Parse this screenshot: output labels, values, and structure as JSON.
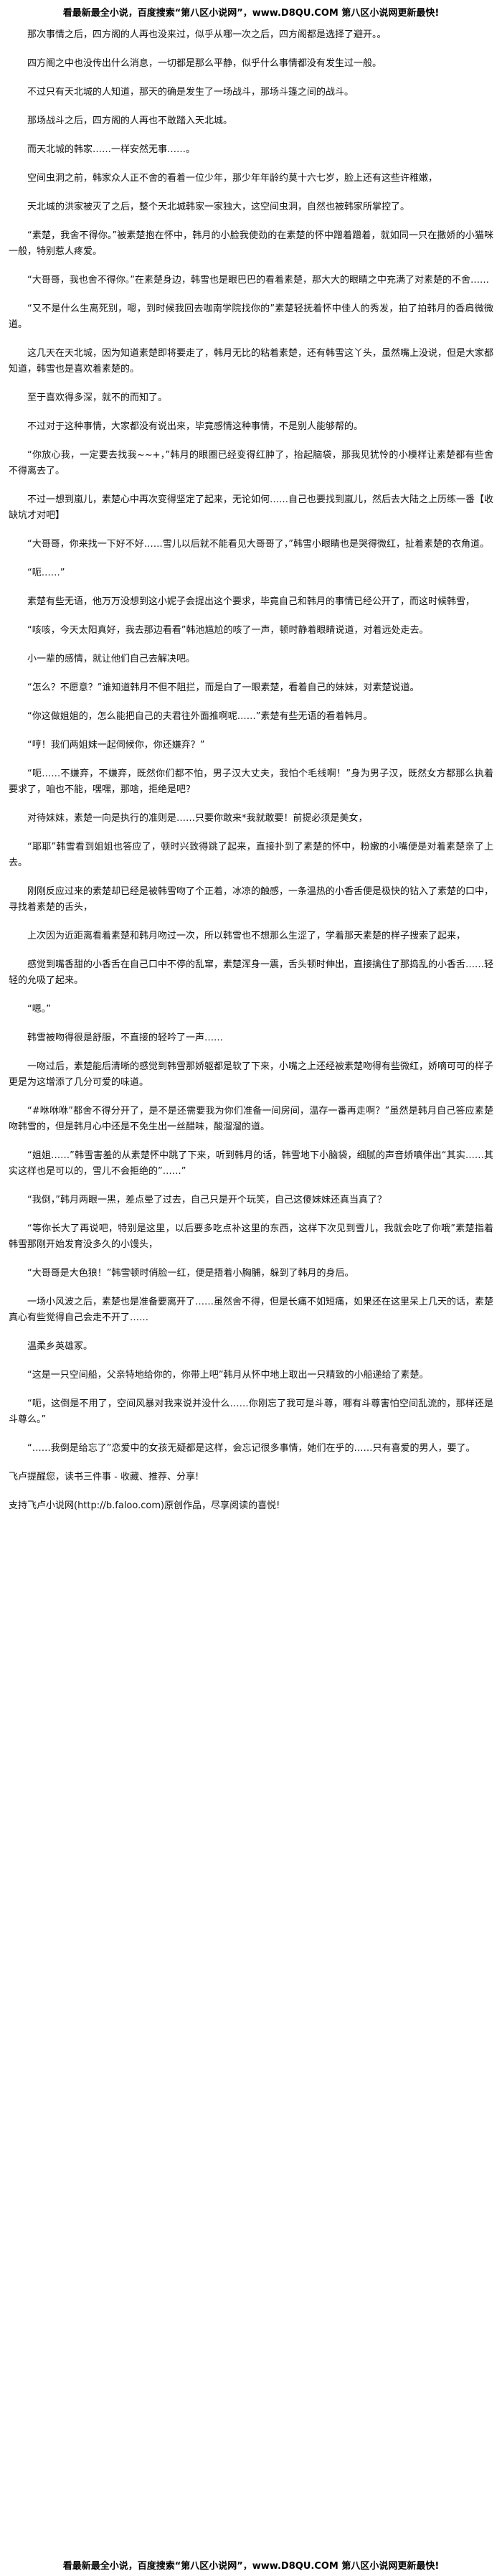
{
  "banner": {
    "text": "看最新最全小说，百度搜索“第八区小说网”，www.D8QU.COM 第八区小说网更新最快!"
  },
  "paragraphs": [
    "那次事情之后，四方阁的人再也没来过，似乎从哪一次之后，四方阁都是选择了避开。。",
    "四方阁之中也没传出什么消息，一切都是那么平静，似乎什么事情都没有发生过一般。",
    "不过只有天北城的人知道，那天的确是发生了一场战斗，那场斗篷之间的战斗。",
    "那场战斗之后，四方阁的人再也不敢踏入天北城。",
    "而天北城的韩家……一样安然无事……。",
    "空间虫洞之前，韩家众人正不舍的看着一位少年，那少年年龄约莫十六七岁，脸上还有这些许稚嫩，",
    "天北城的洪家被灭了之后，整个天北城韩家一家独大，这空间虫洞，自然也被韩家所掌控了。",
    "“素楚，我舍不得你。”被素楚抱在怀中，韩月的小脸我使劲的在素楚的怀中蹭着蹭着，就如同一只在撒娇的小猫咪一般，特别惹人疼爱。",
    "“大哥哥，我也舍不得你。”在素楚身边，韩雪也是眼巴巴的看着素楚，那大大的眼睛之中充满了对素楚的不舍……",
    "“又不是什么生离死别，嗯，到时候我回去咖南学院找你的”素楚轻抚着怀中佳人的秀发，拍了拍韩月的香肩微微道。",
    "这几天在天北城，因为知道素楚即将要走了，韩月无比的粘着素楚，还有韩雪这丫头，虽然嘴上没说，但是大家都知道，韩雪也是喜欢着素楚的。",
    "至于喜欢得多深，就不的而知了。",
    "不过对于这种事情，大家都没有说出来，毕竟感情这种事情，不是别人能够帮的。",
    "“你放心我，一定要去找我~~+，”韩月的眼圈已经变得红肿了，抬起脑袋，那我见犹怜的小模样让素楚都有些舍不得离去了。",
    "不过一想到嵐儿，素楚心中再次变得坚定了起来，无论如何……自己也要找到嵐儿，然后去大陆之上历练一番【收缺坑才对吧】",
    "“大哥哥，你来找一下好不好……雪儿以后就不能看见大哥哥了，”韩雪小眼睛也是哭得微红，扯着素楚的衣角道。",
    "“呃……”",
    "素楚有些无语，他万万没想到这小妮子会提出这个要求，毕竟自己和韩月的事情已经公开了，而这时候韩雪，",
    "“咳咳，今天太阳真好，我去那边看看”韩池尴尬的咳了一声，顿时静着眼睛说道，对着远处走去。",
    "小一辈的感情，就让他们自己去解决吧。",
    "“怎么？不愿意？”谁知道韩月不但不阻拦，而是白了一眼素楚，看着自己的妹妹，对素楚说道。",
    "“你这做姐姐的，怎么能把自己的夫君往外面推啊呢……”素楚有些无语的看着韩月。",
    "“哼！我们两姐妹一起伺候你，你还嫌弃？”",
    "“呃……不嫌弃，不嫌弃，既然你们都不怕，男子汉大丈夫，我怕个毛线啊！”身为男子汉，既然女方都那么执着要求了，咱也不能，嘿嘿，那啥，拒绝是吧？",
    "对待妹妹，素楚一向是执行的准则是……只要你敢来*我就敢要！前提必须是美女，",
    "“耶耶”韩雪看到姐姐也答应了，顿时兴致得跳了起来，直接扑到了素楚的怀中，粉嫩的小嘴便是对着素楚亲了上去。",
    "刚刚反应过来的素楚却已经是被韩雪吻了个正着，冰凉的触感，一条温热的小香舌便是极快的钻入了素楚的口中，寻找着素楚的舌头，",
    "上次因为近距离看着素楚和韩月吻过一次，所以韩雪也不想那么生涩了，学着那天素楚的样子搜索了起来，",
    "感觉到嘴香甜的小香舌在自己口中不停的乱窜，素楚浑身一震，舌头顿时伸出，直接擒住了那捣乱的小香舌……轻轻的允吸了起来。",
    "“嗯。”",
    "韩雪被吻得很是舒服，不直接的轻吟了一声……",
    "一吻过后，素楚能后清晰的感觉到韩雪那娇躯都是软了下来，小嘴之上还经被素楚吻得有些微红，娇嘀可可的样子更是为这增添了几分可爱的味道。",
    "“#咻咻咻”都舍不得分开了，是不是还需要我为你们准备一间房间，温存一番再走啊？”虽然是韩月自己答应素楚吻韩雪的，但是韩月心中还是不免生出一丝醋味，酸溜溜的道。",
    "“姐姐……”韩雪害羞的从素楚怀中跳了下来，听到韩月的话，韩雪地下小脑袋，细腻的声音娇嗔伴出“其实……其实这样也是可以的，雪儿不会拒绝的”……”",
    "“我倒，”韩月两眼一黑，差点晕了过去，自己只是开个玩笑，自己这傻妹妹还真当真了？",
    "“等你长大了再说吧，特别是这里，以后要多吃点补这里的东西，这样下次见到雪儿，我就会吃了你哦”素楚指着韩雪那刚开始发育没多久的小馒头，",
    "“大哥哥是大色狼！”韩雪顿时俏脸一红，便是捂着小胸脯，躲到了韩月的身后。",
    "一场小风波之后，素楚也是准备要离开了……虽然舍不得，但是长痛不如短痛，如果还在这里呆上几天的话，素楚真心有些觉得自己会走不开了……",
    "温柔乡英雄冢。",
    "“这是一只空间船，父亲特地给你的，你带上吧”韩月从怀中地上取出一只精致的小船递给了素楚。",
    "“呃，这倒是不用了，空间风暴对我来说并没什么……你刚忘了我可是斗尊，哪有斗尊害怕空间乱流的，那样还是斗尊么。”",
    "“……我倒是给忘了”恋爱中的女孩无疑都是这样，会忘记很多事情，她们在乎的……只有喜爱的男人，要了。"
  ],
  "footer": {
    "author_note": "飞卢提醒您，读书三件事 - 收藏、推荐、分享!",
    "support_note": "支持飞卢小说网(http://b.faloo.com)原创作品，尽享阅读的喜悦!"
  }
}
